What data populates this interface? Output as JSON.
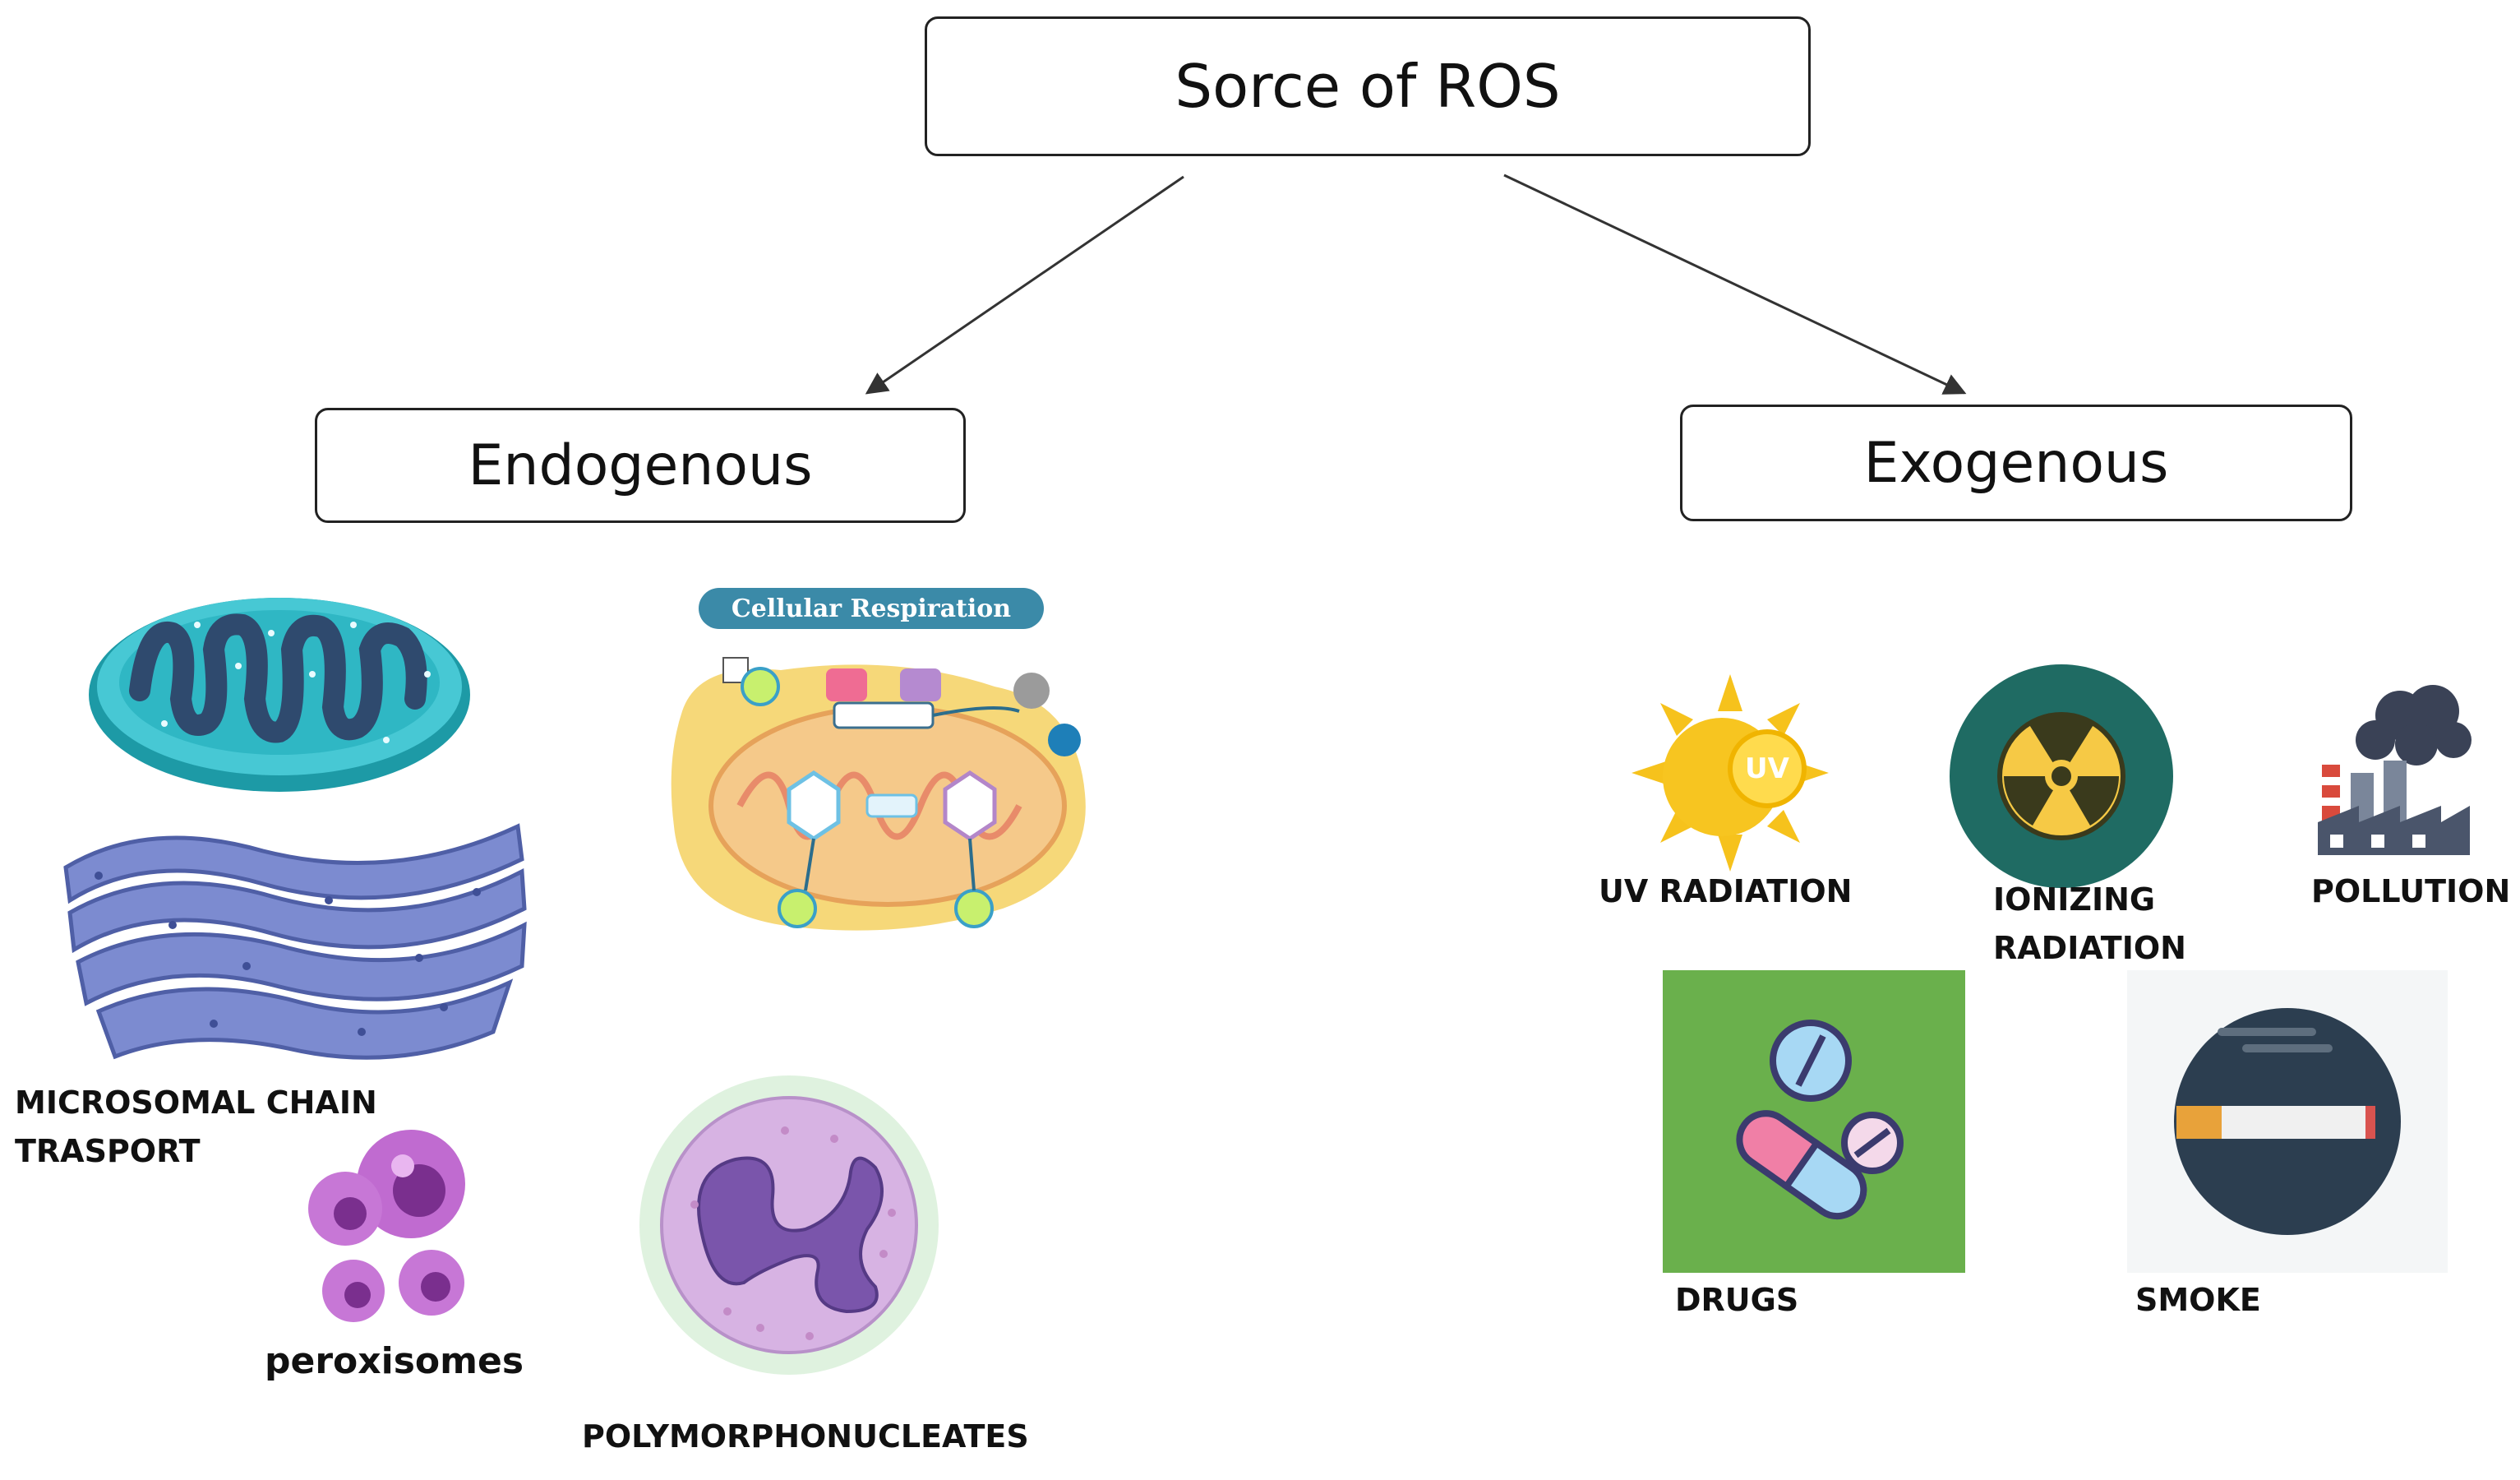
{
  "root": {
    "label": "Sorce of ROS"
  },
  "endogenous": {
    "label": "Endogenous",
    "items": {
      "mitochondria": {
        "label": ""
      },
      "cellular_respiration": {
        "title": "Cellular Respiration"
      },
      "microsomal": {
        "label": "MICROSOMAL CHAIN\nTRASPORT"
      },
      "peroxisomes": {
        "label": "peroxisomes"
      },
      "polymorphonucleates": {
        "label": "POLYMORPHONUCLEATES"
      }
    }
  },
  "exogenous": {
    "label": "Exogenous",
    "items": {
      "uv": {
        "label": "UV RADIATION",
        "badge": "UV"
      },
      "ionizing": {
        "label": "IONIZING\nRADIATION"
      },
      "pollution": {
        "label": "POLLUTION"
      },
      "drugs": {
        "label": "DRUGS"
      },
      "smoke": {
        "label": "SMOKE"
      }
    }
  },
  "colors": {
    "mito_teal": "#2fb7c4",
    "er_blue": "#6f7fc4",
    "peroxisome_purple": "#c06bd0",
    "neutrophil_purple": "#8a63b8",
    "sun_yellow": "#f6c21c",
    "radiation_teal": "#1f6b63",
    "drugs_green": "#6ab04c",
    "smoke_navy": "#2c3e50"
  }
}
